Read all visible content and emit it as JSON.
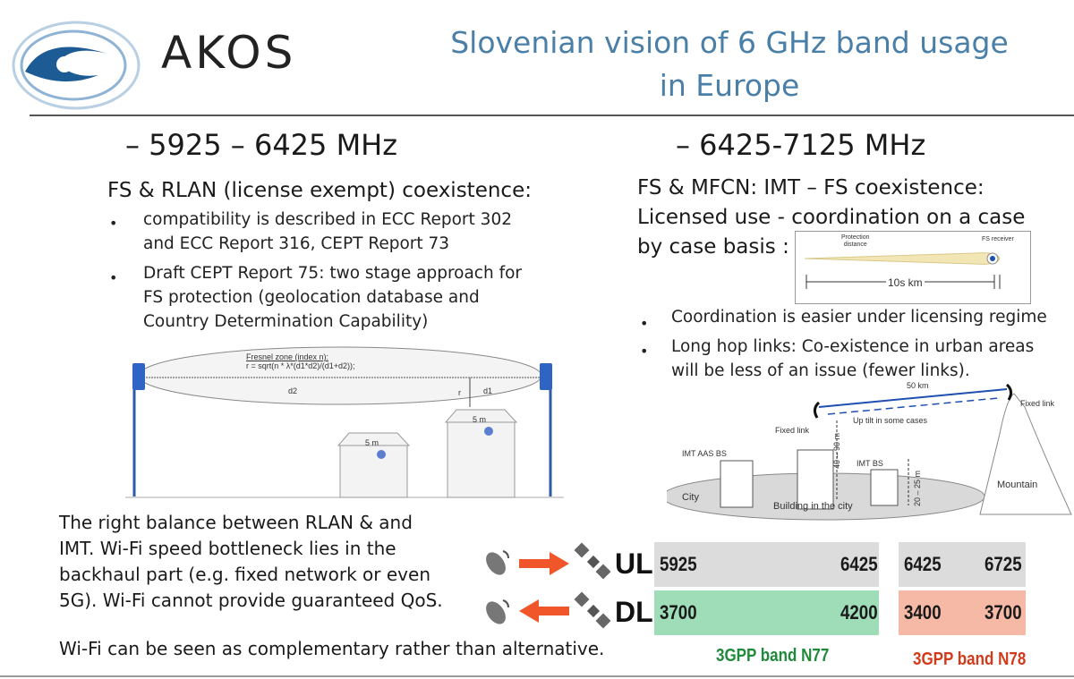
{
  "header": {
    "logo_text": "AKOS",
    "title_line1": "Slovenian vision of 6 GHz band usage",
    "title_line2": "in Europe"
  },
  "left": {
    "range": "– 5925 – 6425 MHz",
    "heading": "FS & RLAN (license exempt) coexistence:",
    "bullets": [
      {
        "line1": "compatibility is described in ECC Report 302",
        "line2": "and ECC Report 316, CEPT Report 73"
      },
      {
        "line1": "Draft CEPT Report 75: two stage approach for",
        "line2": "FS protection (geolocation database and",
        "line3": "Country Determination Capability)"
      }
    ],
    "fresnel": {
      "title": "Fresnel zone (index n):",
      "formula": "r = sqrt(n * λ*(d1*d2)/(d1+d2));",
      "d2": "d2",
      "d1": "d1",
      "r": "r",
      "h1": "5 m",
      "h2": "5 m"
    }
  },
  "right": {
    "range": "– 6425-7125 MHz",
    "heading_line1": "FS  & MFCN: IMT – FS coexistence:",
    "heading_line2": "Licensed use - coordination on a case",
    "heading_line3": "by case basis :",
    "protection": {
      "label1": "Protection",
      "label2": "distance",
      "receiver": "FS receiver",
      "distance": "10s km"
    },
    "bullets": [
      {
        "line1": "Coordination is easier under licensing regime"
      },
      {
        "line1": "Long hop links: Co-existence in urban areas",
        "line2": "will be less of an issue (fewer links)."
      }
    ],
    "scene": {
      "distance": "50 km",
      "fixed_link_right": "Fixed link",
      "fixed_link_left": "Fixed link",
      "uptilt": "Up tilt in some cases",
      "imt_aas": "IMT AAS BS",
      "imt_bs": "IMT BS",
      "height1": "40 – 90 m",
      "height2": "20 – 25 m",
      "city": "City",
      "building": "Building in the city",
      "mountain": "Mountain"
    }
  },
  "bottom": {
    "para_line1": "The right balance between RLAN & and",
    "para_line2": "IMT. Wi-Fi speed bottleneck lies in the",
    "para_line3": "backhaul part (e.g. fixed network or even",
    "para_line4": "5G). Wi-Fi cannot provide guaranteed QoS.",
    "closing": "Wi-Fi can be seen as complementary rather than alternative.",
    "ul": "UL",
    "dl": "DL",
    "n77": {
      "ul_start": "5925",
      "ul_end": "6425",
      "dl_start": "3700",
      "dl_end": "4200",
      "label": "3GPP band N77"
    },
    "n78": {
      "ul_start": "6425",
      "ul_end": "6725",
      "dl_start": "3400",
      "dl_end": "3700",
      "label": "3GPP band N78"
    },
    "colors": {
      "ul_band": "#dcdcdc",
      "n77_dl": "#9fdcb8",
      "n78_dl": "#f5b9a6",
      "arrow": "#f0562a",
      "n77_label": "#1f8a3a",
      "n78_label": "#d23a1c"
    }
  }
}
